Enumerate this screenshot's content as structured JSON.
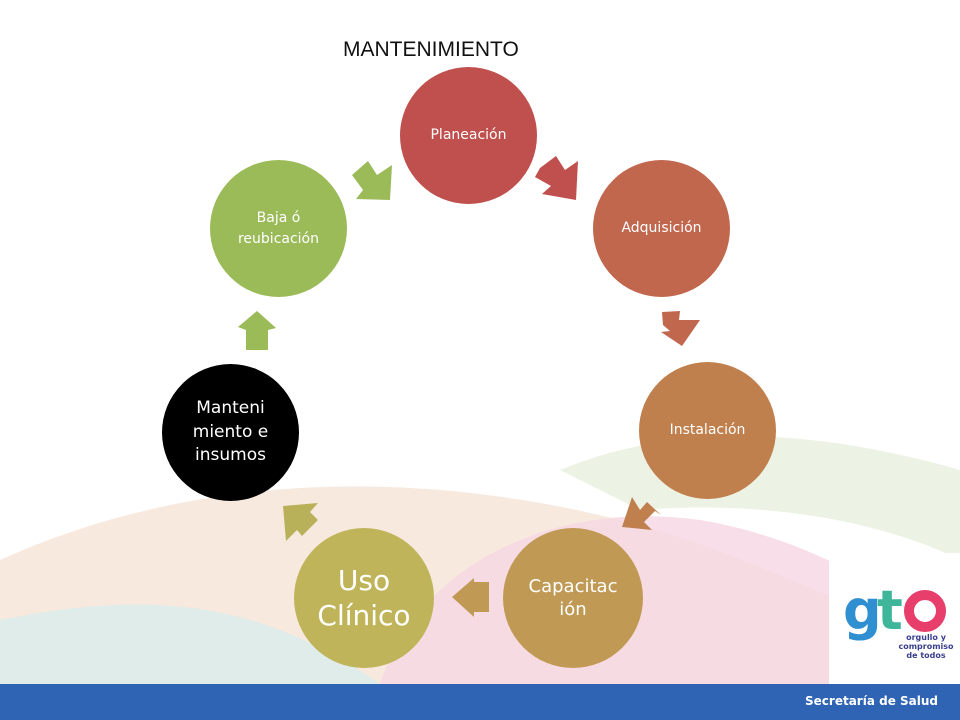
{
  "title": "MANTENIMIENTO",
  "nodes": [
    {
      "id": "planeacion",
      "label": "Planeación",
      "color": "#c0504d"
    },
    {
      "id": "adquisicion",
      "label": "Adquisición",
      "color": "#c0674e"
    },
    {
      "id": "instalacion",
      "label": "Instalación",
      "color": "#c0804e"
    },
    {
      "id": "capacitacion",
      "label": "Capacitac ión",
      "color": "#c09a55"
    },
    {
      "id": "uso",
      "label": "Uso Clínico",
      "color": "#c0b45a"
    },
    {
      "id": "mantenimiento",
      "label": "Manteni miento e insumos",
      "color": "#000000"
    },
    {
      "id": "baja",
      "label": "Baja ó reubicación",
      "color": "#9bbb59"
    }
  ],
  "footer": {
    "label": "Secretaría de Salud"
  },
  "logo": {
    "wordmark": "gto",
    "tagline": "orgullo y compromiso de todos"
  },
  "colors": {
    "footer": "#2f63b3",
    "arrow_red": "#c0504d",
    "arrow_orange": "#c0804e",
    "arrow_gold": "#c09a55",
    "arrow_green": "#9bbb59"
  }
}
